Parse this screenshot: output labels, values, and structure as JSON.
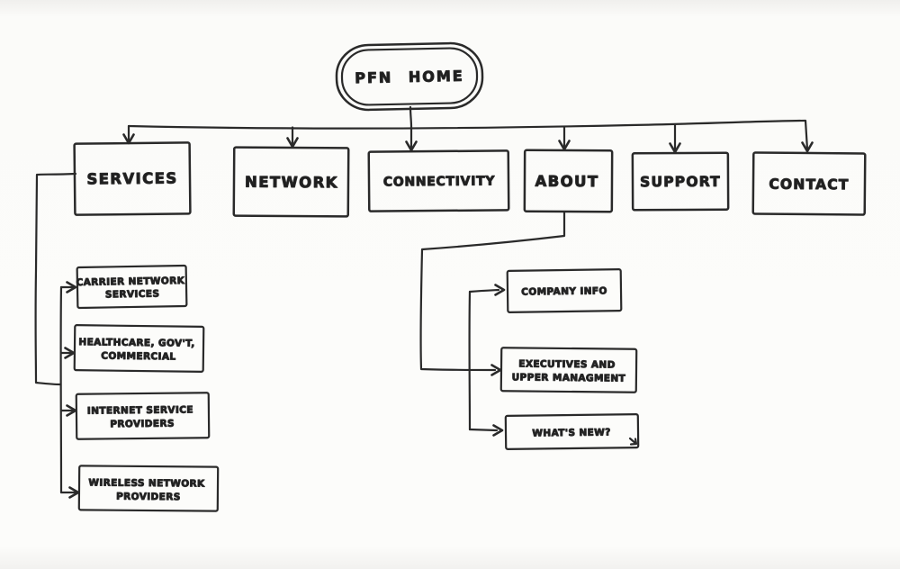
{
  "diagram": {
    "description": "Hand-drawn website sitemap sketch",
    "ink_color": "#2a2a2a",
    "paper_color": "#fbfbf9",
    "root": {
      "label": "PFN HOME"
    },
    "main_nav": [
      {
        "label": "SERVICES"
      },
      {
        "label": "NETWORK"
      },
      {
        "label": "CONNECTIVITY"
      },
      {
        "label": "ABOUT"
      },
      {
        "label": "SUPPORT"
      },
      {
        "label": "CONTACT"
      }
    ],
    "services_children": [
      {
        "lines": [
          "CARRIER NETWORK",
          "SERVICES"
        ]
      },
      {
        "lines": [
          "HEALTHCARE, GOV'T,",
          "COMMERCIAL"
        ]
      },
      {
        "lines": [
          "INTERNET SERVICE",
          "PROVIDERS"
        ]
      },
      {
        "lines": [
          "WIRELESS NETWORK",
          "PROVIDERS"
        ]
      }
    ],
    "about_children": [
      {
        "lines": [
          "COMPANY INFO"
        ]
      },
      {
        "lines": [
          "EXECUTIVES AND",
          "UPPER MANAGMENT"
        ]
      },
      {
        "lines": [
          "WHAT'S NEW?"
        ]
      }
    ]
  }
}
